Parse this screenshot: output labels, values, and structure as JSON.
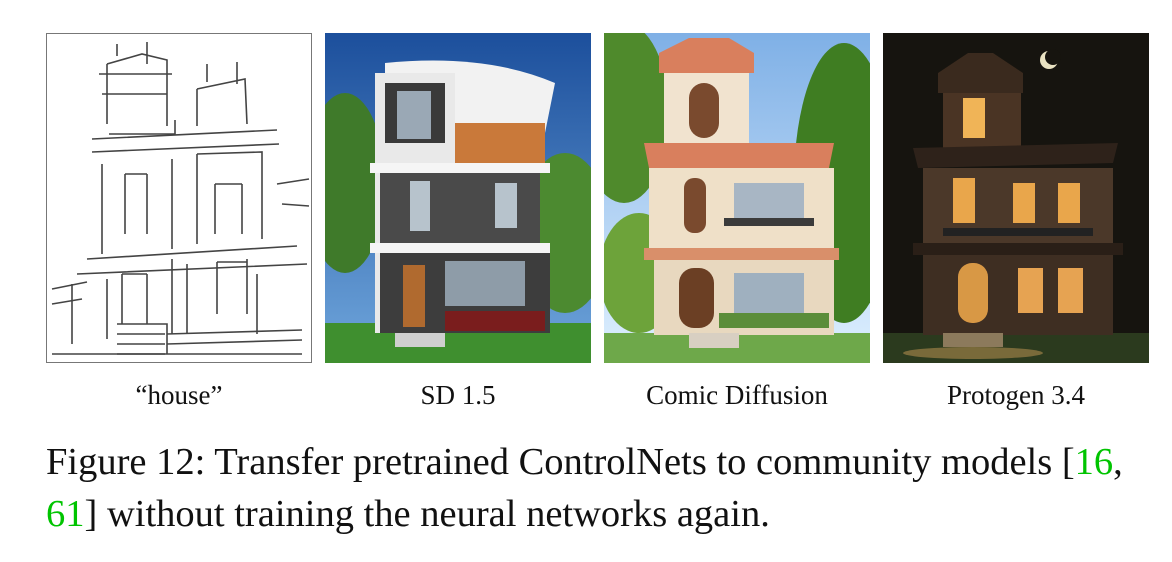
{
  "panels": [
    {
      "label": "“house”"
    },
    {
      "label": "SD 1.5"
    },
    {
      "label": "Comic Diffusion"
    },
    {
      "label": "Protogen 3.4"
    }
  ],
  "caption": {
    "prefix": "Figure 12: Transfer pretrained ControlNets to community models [",
    "cite1": "16",
    "sep": ", ",
    "cite2": "61",
    "suffix": "] without training the neural networks again."
  },
  "colors": {
    "citation": "#00c400"
  }
}
